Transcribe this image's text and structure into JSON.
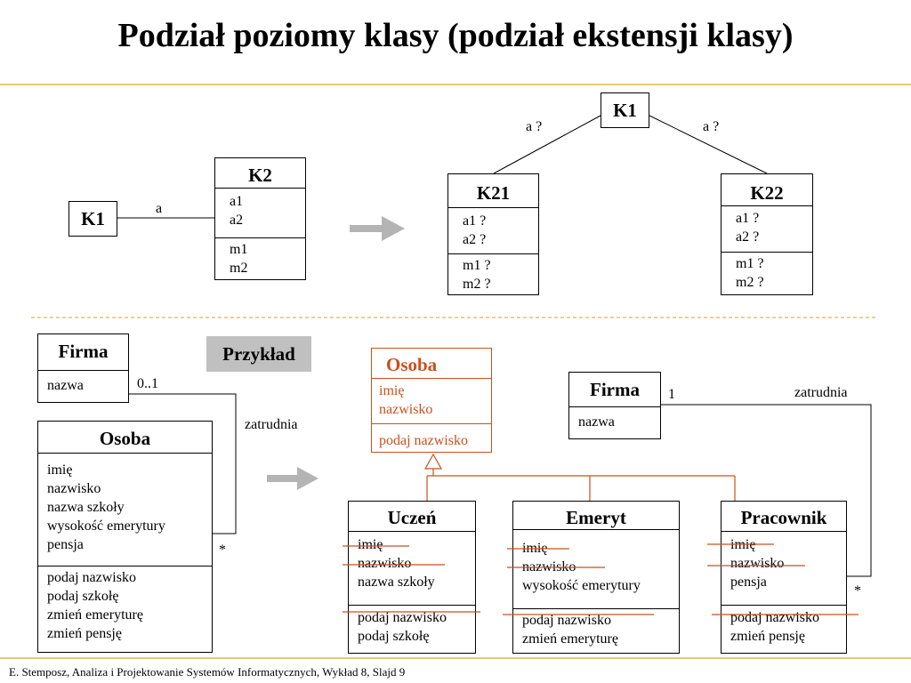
{
  "title": "Podział  poziomy klasy (podział ekstensji klasy)",
  "colors": {
    "divider": "#e3b54a",
    "accent": "#c8501e",
    "arrow": "#b4b4b4",
    "chip": "#c0c0c0"
  },
  "top_left": {
    "k1": "K1",
    "assoc_label": "a",
    "k2": {
      "name": "K2",
      "attrs": [
        "a1",
        "a2"
      ],
      "methods": [
        "m1",
        "m2"
      ]
    }
  },
  "top_right": {
    "k1": "K1",
    "left_label": "a ?",
    "right_label": "a ?",
    "k21": {
      "name": "K21",
      "attrs": [
        "a1 ?",
        "a2 ?"
      ],
      "methods": [
        "m1 ?",
        "m2 ?"
      ]
    },
    "k22": {
      "name": "K22",
      "attrs": [
        "a1 ?",
        "a2 ?"
      ],
      "methods": [
        "m1 ?",
        "m2 ?"
      ]
    }
  },
  "example_label": "Przykład",
  "bottom_left": {
    "firma": {
      "name": "Firma",
      "attrs": [
        "nazwa"
      ]
    },
    "multiplicity_firma": "0..1",
    "assoc_label": "zatrudnia",
    "multiplicity_osoba": "*",
    "osoba": {
      "name": "Osoba",
      "attrs": [
        "imię",
        "nazwisko",
        "nazwa szkoły",
        "wysokość emerytury",
        "pensja"
      ],
      "methods": [
        "podaj nazwisko",
        "podaj szkołę",
        "zmień emeryturę",
        "zmień pensję"
      ]
    }
  },
  "bottom_right": {
    "osoba": {
      "name": "Osoba",
      "attrs": [
        "imię",
        "nazwisko"
      ],
      "methods": [
        "podaj nazwisko"
      ]
    },
    "firma": {
      "name": "Firma",
      "attrs": [
        "nazwa"
      ]
    },
    "multiplicity_firma": "1",
    "assoc_label": "zatrudnia",
    "multiplicity_pracownik": "*",
    "uczen": {
      "name": "Uczeń",
      "attrs": [
        "imię",
        "nazwisko",
        "nazwa szkoły"
      ],
      "methods": [
        "podaj nazwisko",
        "podaj szkołę"
      ]
    },
    "emeryt": {
      "name": "Emeryt",
      "attrs": [
        "imię",
        "nazwisko",
        "wysokość emerytury"
      ],
      "methods": [
        "podaj nazwisko",
        "zmień emeryturę"
      ]
    },
    "pracownik": {
      "name": "Pracownik",
      "attrs": [
        "imię",
        "nazwisko",
        "pensja"
      ],
      "methods": [
        "podaj nazwisko",
        "zmień pensję"
      ]
    }
  },
  "footer": "E. Stemposz, Analiza i Projektowanie Systemów Informatycznych, Wykład 8, Slajd 9"
}
